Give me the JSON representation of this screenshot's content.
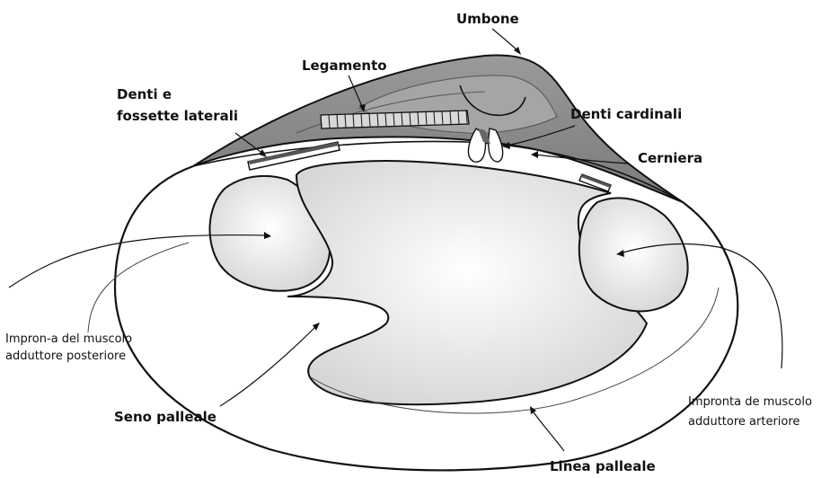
{
  "labels": {
    "umbone": "Umbone",
    "legamento": "Legamento",
    "denti_e": "Denti e",
    "fossette_laterali": "fossette laterali",
    "denti_cardinali": "Denti cardinali",
    "cerniera": "Cerniera",
    "impronta_post_line1": "Impron-a del muscolo",
    "impronta_post_line2": "adduttore posteriore",
    "seno_palleale": "Seno palleale",
    "impronta_ant_line1": "Impronta de muscolo",
    "impronta_ant_line2": "adduttore arteriore",
    "linea_palleale": "Linea palleale"
  },
  "colors": {
    "umbo_fill": "#8c8c8c",
    "umbo_light": "#a8a8a8",
    "muscle_scar_fill": "#e6e6e6",
    "hinge_dark": "#555555",
    "outline": "#111111"
  }
}
